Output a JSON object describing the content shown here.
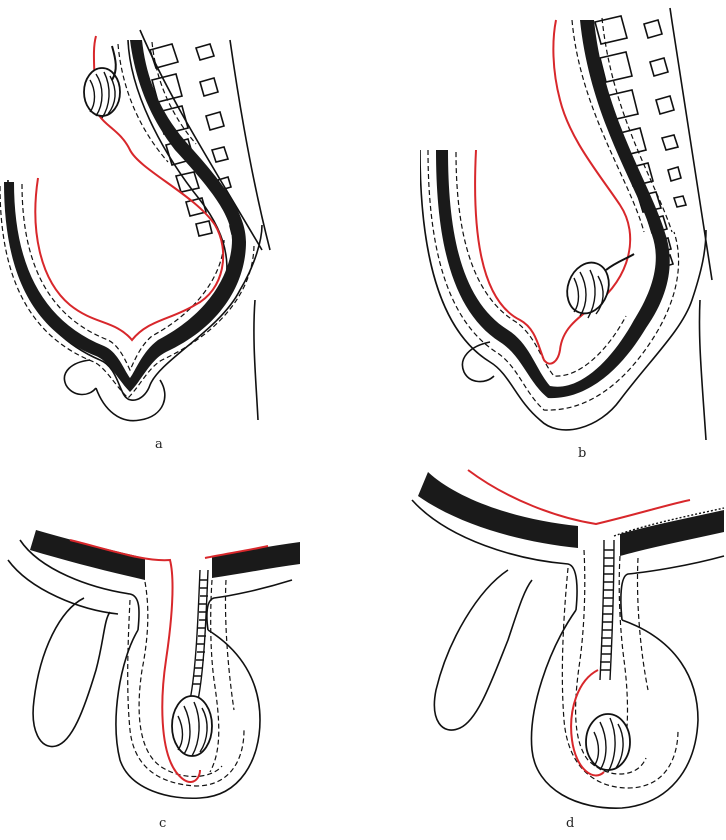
{
  "panels": [
    {
      "id": "a",
      "label": "a"
    },
    {
      "id": "b",
      "label": "b"
    },
    {
      "id": "c",
      "label": "c"
    },
    {
      "id": "d",
      "label": "d"
    }
  ],
  "colors": {
    "ink": "#111111",
    "muscle": "#1a1a1a",
    "peritoneum": "#d8272b",
    "paper": "#ffffff"
  }
}
